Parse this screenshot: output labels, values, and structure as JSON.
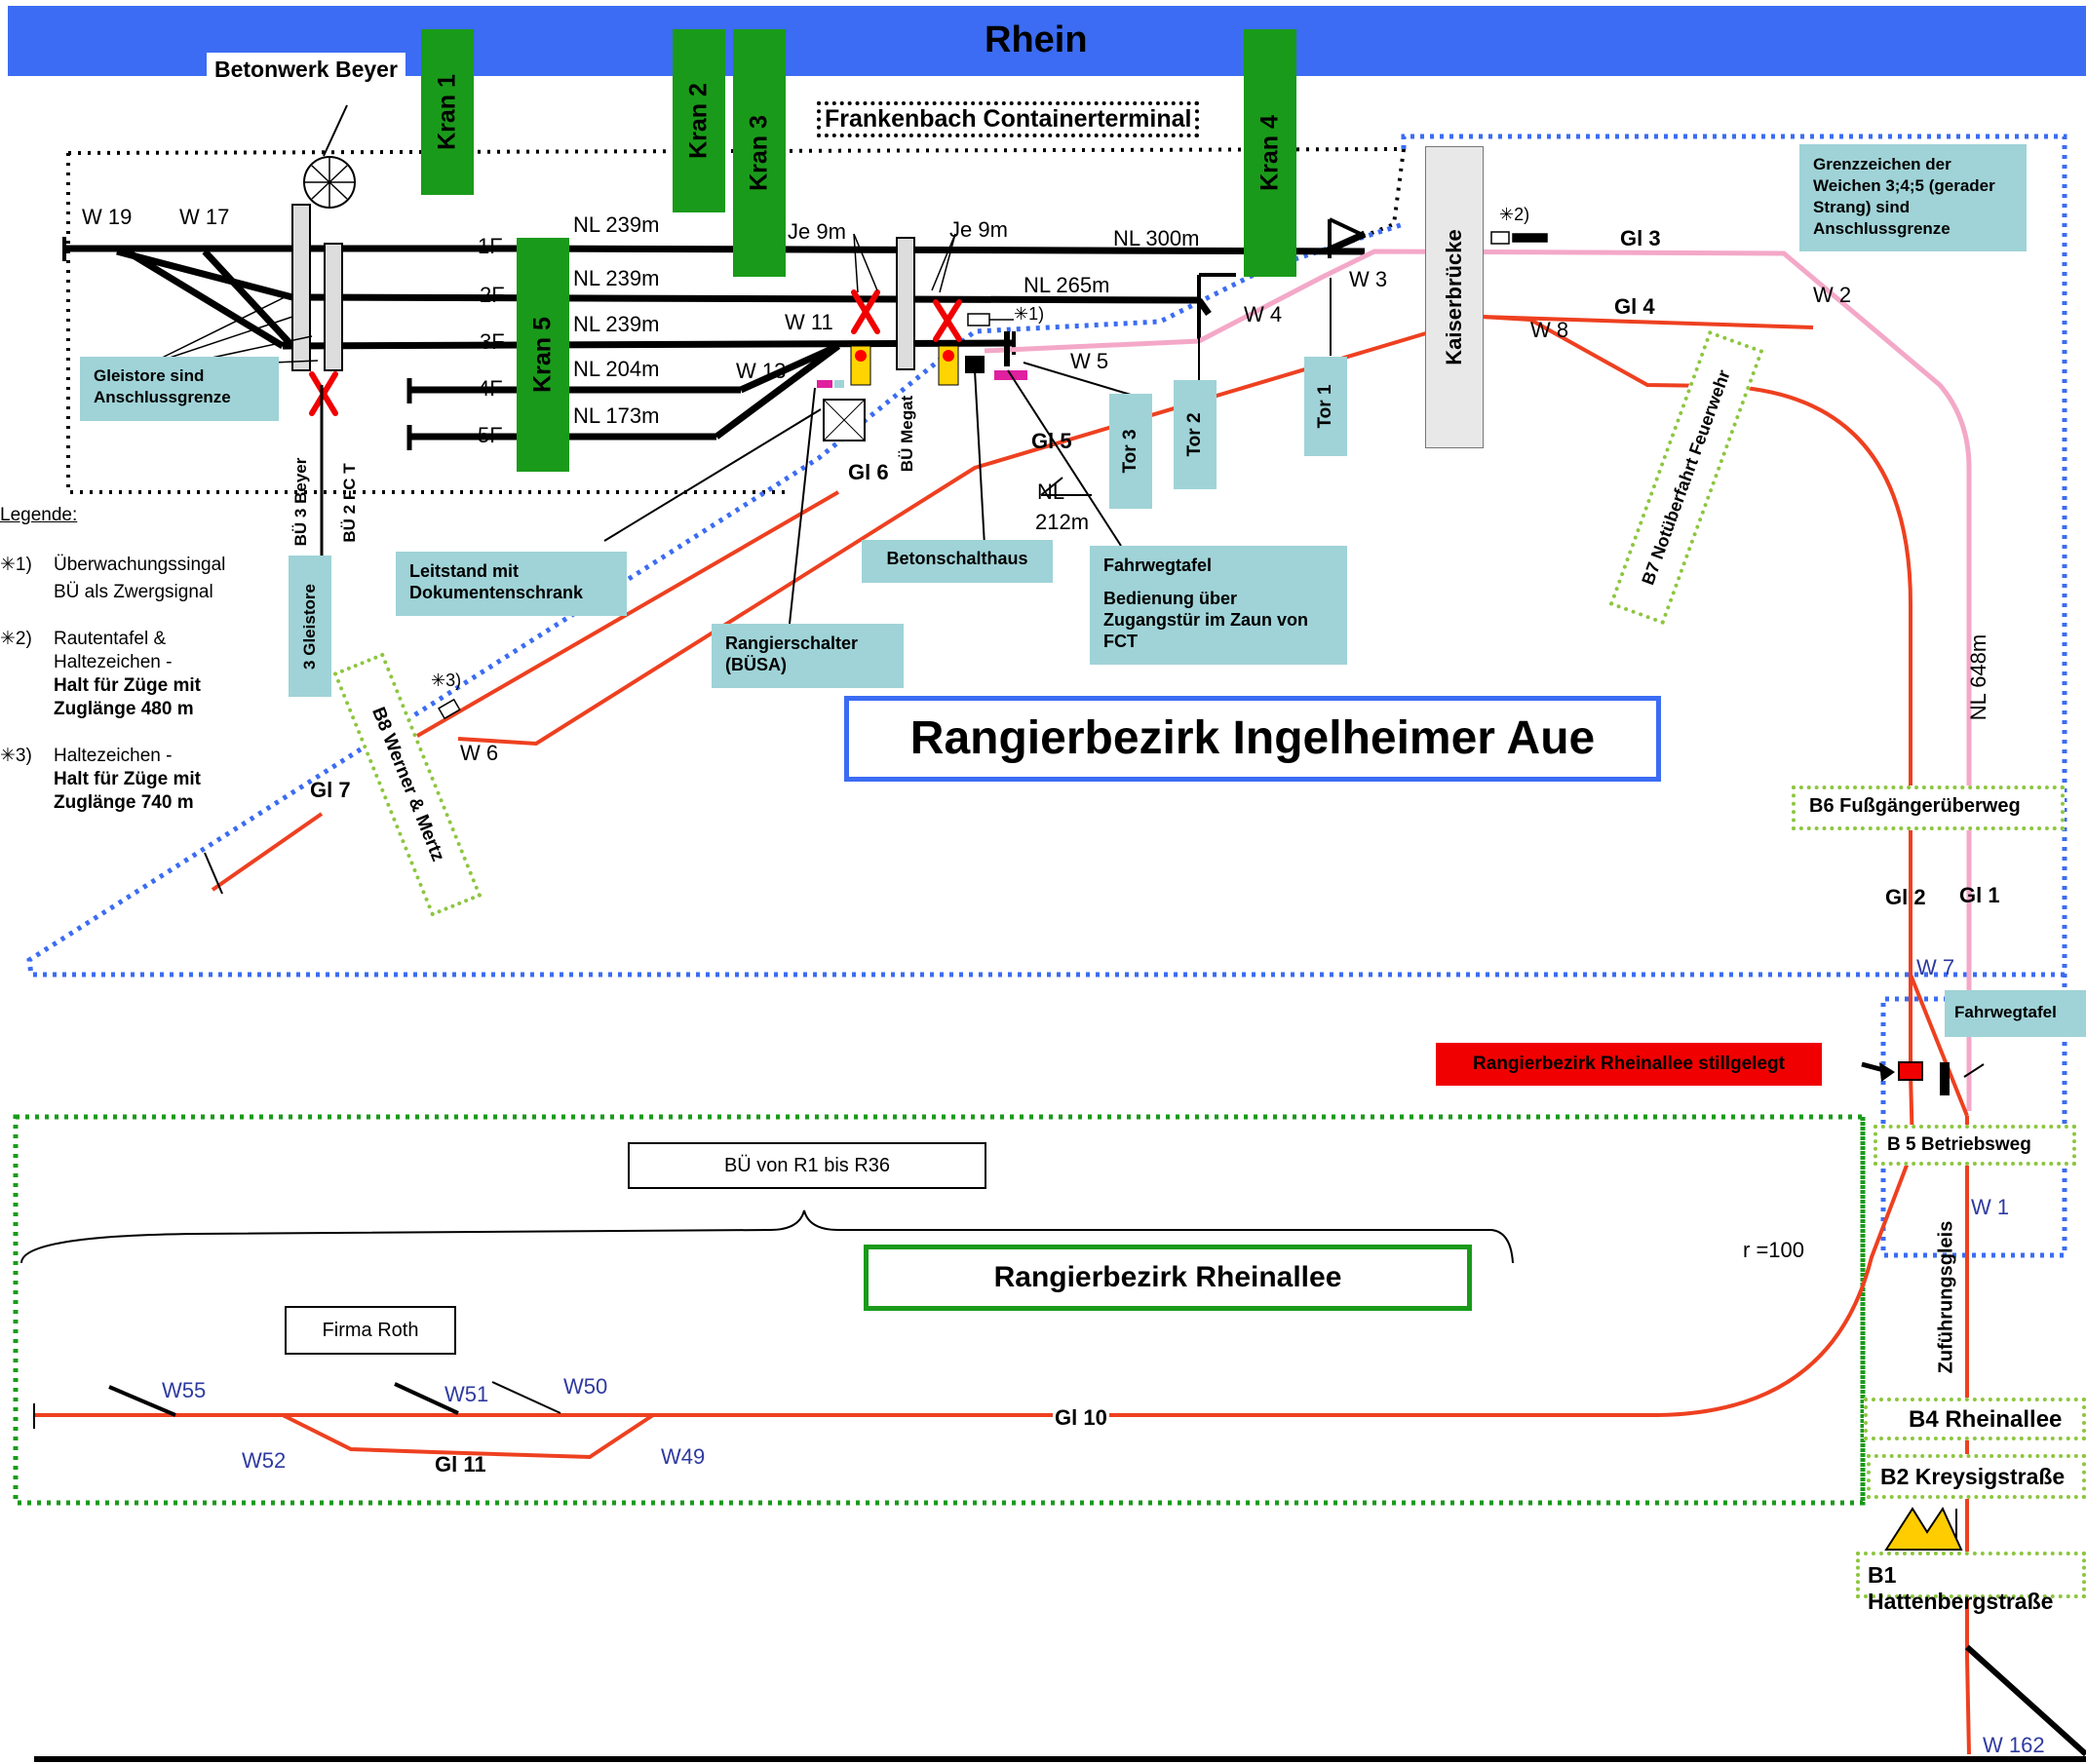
{
  "river": {
    "label": "Rhein",
    "color": "#3b6cf3"
  },
  "colors": {
    "track": "#000000",
    "siding": "#ee4020",
    "pink_track": "#f4a8c8",
    "blue_boundary": "#3b6cf3",
    "green_boundary": "#1a9a1a",
    "teal": "#9fd3d7",
    "green_box": "#1a9a1a",
    "dotted_lime": "#8dc63f",
    "red_box": "#f00000"
  },
  "labels": {
    "betonwerk": "Betonwerk Beyer",
    "container_terminal": "Frankenbach Containerterminal",
    "kaiserbruecke": "Kaiserbrücke",
    "grenzzeichen": "Grenzzeichen der Weichen 3;4;5 (gerader Strang) sind Anschlussgrenze",
    "gleistore": "Gleistore sind Anschlussgrenze",
    "leitstand": "Leitstand mit Dokumentenschrank",
    "betonschalthaus": "Betonschalthaus",
    "rangierschalter": "Rangierschalter (BÜSA)",
    "fahrwegtafel_note_title": "Fahrwegtafel",
    "fahrwegtafel_note_text": "Bedienung über Zugangstür im Zaun von FCT",
    "fahrwegtafel": "Fahrwegtafel",
    "gleistore_3": "3 Gleistore",
    "bue3": "BÜ 3 Beyer",
    "bue2": "BÜ 2 FC T",
    "bue_megat": "BÜ Megat",
    "ingelheimer": "Rangierbezirk Ingelheimer Aue",
    "rheinallee": "Rangierbezirk Rheinallee",
    "stillgelegt": "Rangierbezirk  Rheinallee  stillgelegt",
    "bue_r1": "BÜ von R1 bis R36",
    "firma_roth": "Firma Roth",
    "r100": "r =100",
    "zufuehrung": "Zuführungsgleis",
    "je9m_1": "Je 9m",
    "je9m_2": "Je 9m",
    "nl212": "NL",
    "nl212b": "212m",
    "nl648": "NL 648m"
  },
  "cranes": [
    "Kran 1",
    "Kran 2",
    "Kran 3",
    "Kran 4",
    "Kran 5"
  ],
  "gates": [
    "Tor 1",
    "Tor 2",
    "Tor 3"
  ],
  "tracks": {
    "t1F": "1F",
    "t2F": "2F",
    "t3F": "3F",
    "t4F": "4F",
    "t5F": "5F",
    "nl1": "NL 239m",
    "nl2": "NL 239m",
    "nl3": "NL 239m",
    "nl4": "NL 204m",
    "nl5": "NL 173m",
    "nl300": "NL 300m",
    "nl265": "NL 265m",
    "gl1": "Gl 1",
    "gl2": "Gl 2",
    "gl3": "Gl 3",
    "gl4": "Gl 4",
    "gl5": "Gl 5",
    "gl6": "Gl 6",
    "gl7": "Gl 7",
    "gl10": "Gl 10",
    "gl11": "Gl 11"
  },
  "switches": {
    "w1": "W 1",
    "w2": "W 2",
    "w3": "W 3",
    "w4": "W 4",
    "w5": "W 5",
    "w6": "W 6",
    "w7": "W 7",
    "w8": "W 8",
    "w11": "W 11",
    "w13": "W 13",
    "w17": "W 17",
    "w19": "W 19",
    "w49": "W49",
    "w50": "W50",
    "w51": "W51",
    "w52": "W52",
    "w55": "W55",
    "w162": "W 162"
  },
  "crossings": {
    "b1": "B1 Hattenbergstraße",
    "b2": "B2  Kreysigstraße",
    "b4": "B4 Rheinallee",
    "b5": "B 5  Betriebsweg",
    "b6": "B6  Fußgängerüberweg",
    "b7": "B7 Notüberfahrt Feuerwehr",
    "b8": "B8 Werner & Mertz"
  },
  "legend": {
    "title": "Legende:",
    "items": [
      {
        "num": "1)",
        "lines": [
          "Überwachungssingal",
          "BÜ als Zwergsignal"
        ],
        "bold": []
      },
      {
        "num": "2)",
        "lines": [
          "Rautentafel &",
          "Haltezeichen -"
        ],
        "bold": [
          "Halt für Züge mit",
          "Zuglänge 480 m"
        ]
      },
      {
        "num": "3)",
        "lines": [
          "Haltezeichen -"
        ],
        "bold": [
          "Halt für Züge mit",
          "Zuglänge 740 m"
        ]
      }
    ],
    "symbol": "✳",
    "ref1": "1)",
    "ref2": "2)",
    "ref3": "3)"
  }
}
